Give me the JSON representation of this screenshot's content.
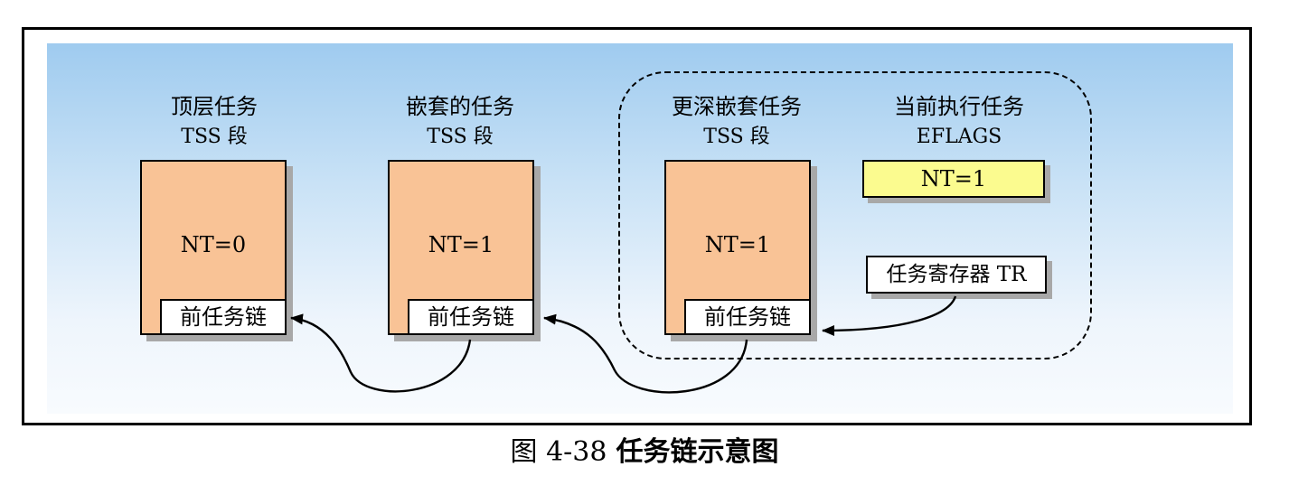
{
  "diagram": {
    "tasks": [
      {
        "title": "顶层任务",
        "subtitle": "TSS 段",
        "nt": "NT=0",
        "link_label": "前任务链"
      },
      {
        "title": "嵌套的任务",
        "subtitle": "TSS 段",
        "nt": "NT=1",
        "link_label": "前任务链"
      },
      {
        "title": "更深嵌套任务",
        "subtitle": "TSS 段",
        "nt": "NT=1",
        "link_label": "前任务链"
      }
    ],
    "current": {
      "title": "当前执行任务",
      "subtitle": "EFLAGS",
      "eflags_value": "NT=1",
      "tr_label": "任务寄存器 TR"
    },
    "colors": {
      "tss_fill": "#f9c396",
      "eflags_fill": "#fbfb8f",
      "background_top": "#9fcbef"
    }
  },
  "caption": {
    "number": "图 4-38",
    "title": "任务链示意图"
  }
}
